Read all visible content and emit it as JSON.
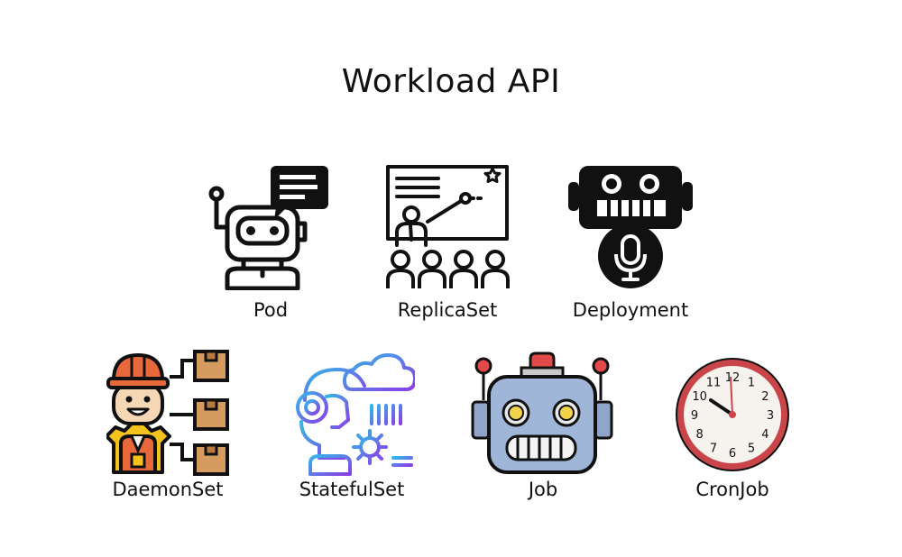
{
  "title": "Workload API",
  "items": [
    {
      "label": "Pod",
      "icon": "chatbot-robot-icon"
    },
    {
      "label": "ReplicaSet",
      "icon": "teacher-presentation-icon"
    },
    {
      "label": "Deployment",
      "icon": "robot-microphone-icon"
    },
    {
      "label": "DaemonSet",
      "icon": "worker-boxes-icon"
    },
    {
      "label": "StatefulSet",
      "icon": "robot-cloud-icon"
    },
    {
      "label": "Job",
      "icon": "robot-head-icon"
    },
    {
      "label": "CronJob",
      "icon": "clock-icon"
    }
  ],
  "clock_numbers": [
    "12",
    "1",
    "2",
    "3",
    "4",
    "5",
    "6",
    "7",
    "8",
    "9",
    "10",
    "11"
  ],
  "colors": {
    "line": "#111111",
    "helmet": "#e8683b",
    "box": "#d69b5e",
    "robot_body": "#9fb6d8",
    "robot_siren": "#e24a4a",
    "clock_rim": "#c9454a",
    "gradient_start": "#34b7e8",
    "gradient_end": "#8a3ee6"
  }
}
